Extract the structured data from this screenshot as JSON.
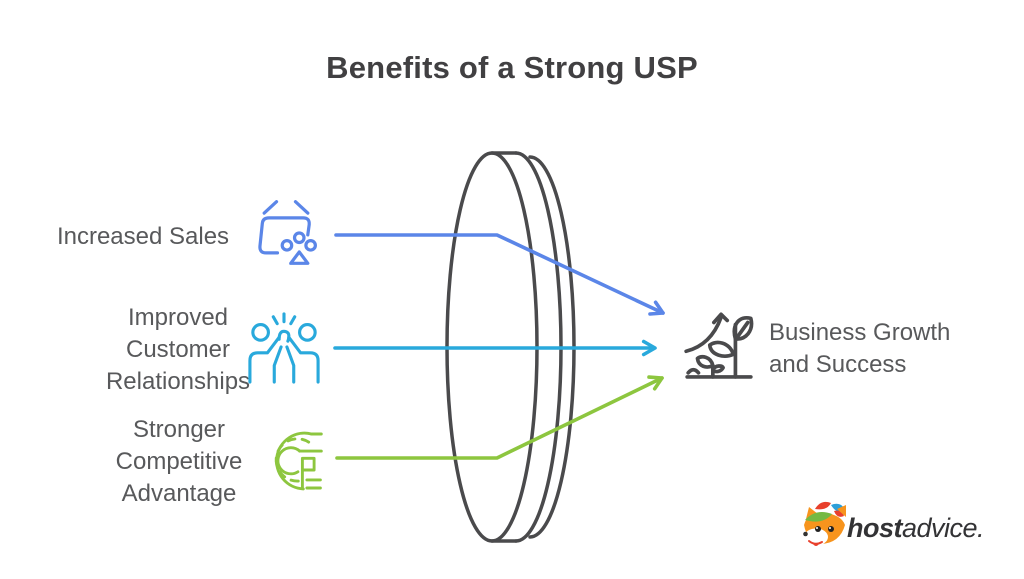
{
  "title": "Benefits of a Strong USP",
  "benefits": [
    {
      "label": "Increased Sales",
      "icon": "shopping-basket-icon",
      "color": "#5b86e8"
    },
    {
      "label": "Improved\nCustomer\nRelationships",
      "icon": "high-five-icon",
      "color": "#29a9dc"
    },
    {
      "label": "Stronger\nCompetitive\nAdvantage",
      "icon": "racetrack-icon",
      "color": "#8dc63f"
    }
  ],
  "outcome": {
    "label": "Business Growth\nand Success",
    "icon": "plant-growth-icon"
  },
  "lens": {
    "shape": "converging-lens",
    "color": "#4a4a4c"
  },
  "logo": {
    "brand_bold": "host",
    "brand_light": "advice."
  },
  "colors": {
    "arrow_blue": "#5b86e8",
    "arrow_cyan": "#29a9dc",
    "arrow_green": "#8dc63f",
    "dark_gray": "#4a4a4c",
    "label_text": "#58595b",
    "title_text": "#414042"
  }
}
